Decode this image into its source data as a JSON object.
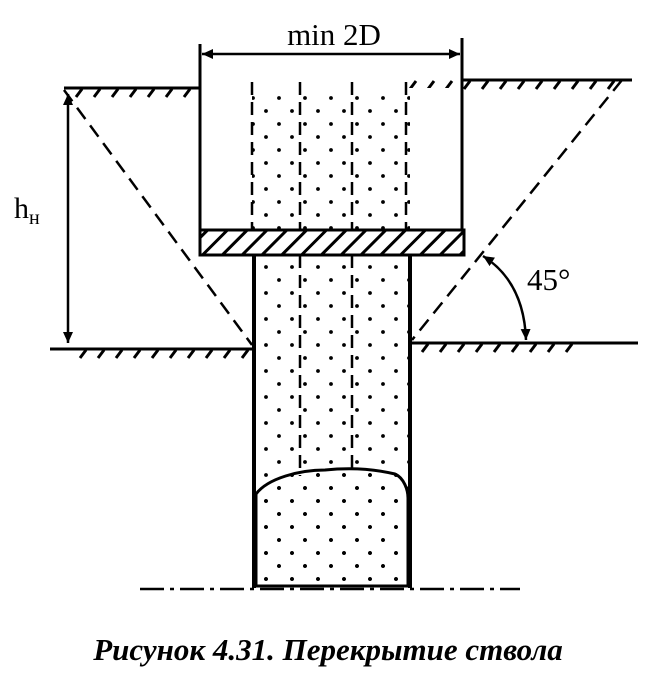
{
  "figure": {
    "width_label": "min 2D",
    "height_label_main": "h",
    "height_label_sub": "н",
    "angle_label": "45°",
    "caption": "Рисунок 4.31. Перекрытие ствола"
  }
}
